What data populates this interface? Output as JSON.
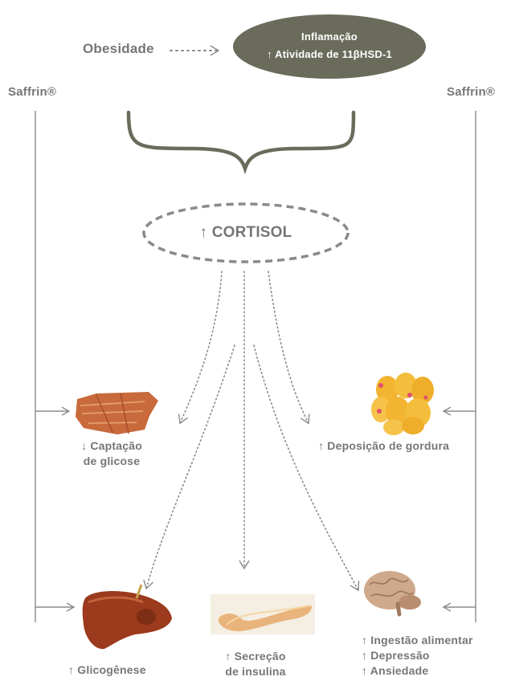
{
  "top": {
    "obesity": "Obesidade",
    "inflammation": "Inflamação",
    "enzyme": "↑ Atividade de 11βHSD-1"
  },
  "saffrin": {
    "left": "Saffrin®",
    "right": "Saffrin®"
  },
  "cortisol": "↑ CORTISOL",
  "effects": {
    "glucose_uptake": [
      "↓ Captação",
      "de glicose"
    ],
    "fat_deposition": "↑ Deposição de gordura",
    "glycogenesis": "↑ Glicogênese",
    "insulin_secretion": [
      "↑ Secreção",
      "de insulina"
    ],
    "brain": [
      "↑ Ingestão alimentar",
      "↑ Depressão",
      "↑ Ansiedade"
    ]
  },
  "icons": [
    "muscle-tissue-icon",
    "fat-cells-icon",
    "liver-icon",
    "pancreas-icon",
    "brain-icon"
  ],
  "colors": {
    "text": "#767676",
    "ellipse_fill": "#6b6b5c",
    "lines": "#8a8a8a"
  }
}
